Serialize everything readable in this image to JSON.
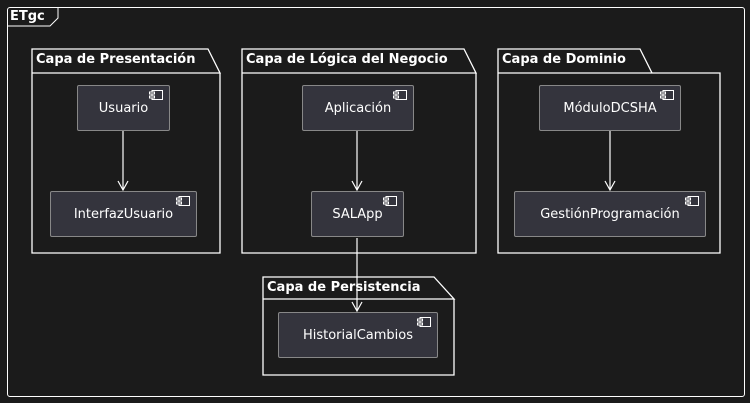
{
  "frame": {
    "title": "ETgc"
  },
  "packages": {
    "presentacion": "Capa de Presentación",
    "logica": "Capa de Lógica del Negocio",
    "dominio": "Capa de Dominio",
    "persistencia": "Capa de Persistencia"
  },
  "components": {
    "usuario": "Usuario",
    "interfaz": "InterfazUsuario",
    "aplicacion": "Aplicación",
    "salapp": "SALApp",
    "modulo": "MóduloDCSHA",
    "gestion": "GestiónProgramación",
    "historial": "HistorialCambios"
  },
  "colors": {
    "background": "#1b1b1b",
    "component_fill": "#34343d",
    "component_border": "#888888",
    "line": "#ffffff"
  }
}
